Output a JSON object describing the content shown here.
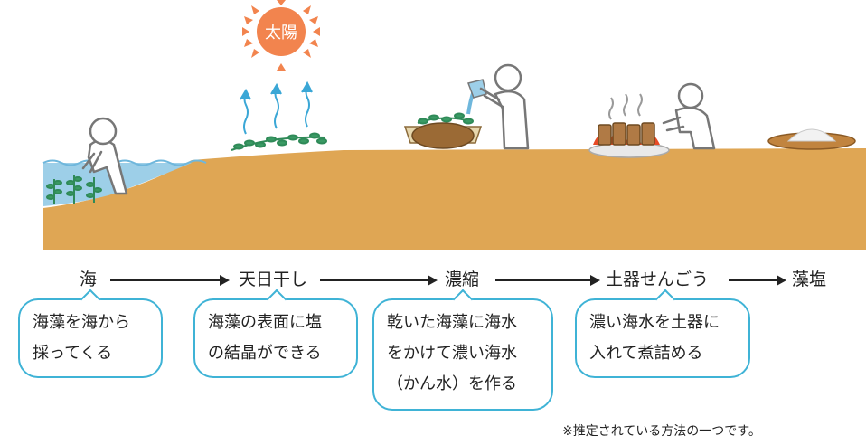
{
  "sun": {
    "label": "太陽"
  },
  "steps": [
    {
      "label": "海",
      "description": [
        "海藻を海から",
        "採ってくる"
      ]
    },
    {
      "label": "天日干し",
      "description": [
        "海藻の表面に塩",
        "の結晶ができる"
      ]
    },
    {
      "label": "濃縮",
      "description": [
        "乾いた海藻に海水",
        "をかけて濃い海水",
        "（かん水）を作る"
      ]
    },
    {
      "label": "土器せんごう",
      "description": [
        "濃い海水を土器に",
        "入れて煮詰める"
      ]
    },
    {
      "label": "藻塩",
      "description": []
    }
  ],
  "note": "※推定されている方法の一つです。",
  "colors": {
    "ground": "#dfa654",
    "sea": "#9dcfe8",
    "seaweed": "#3a9a64",
    "sun": "#f2844e",
    "fire": "#e84a25",
    "bubble_border": "#3fb3d6"
  },
  "icons": [
    "sun-icon",
    "person-icon",
    "seaweed-icon",
    "bowl-icon",
    "pot-icon",
    "fire-icon",
    "salt-plate-icon"
  ]
}
